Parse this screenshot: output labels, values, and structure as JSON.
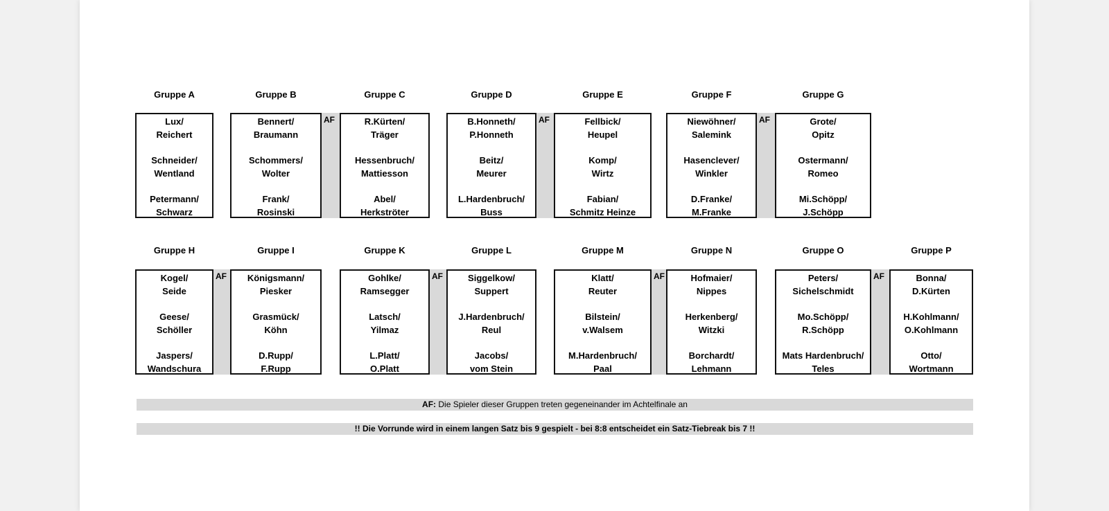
{
  "row1": [
    {
      "title": "Gruppe A",
      "pairs": [
        [
          "Lux/",
          "Reichert"
        ],
        [
          "Schneider/",
          "Wentland"
        ],
        [
          "Petermann/",
          "Schwarz"
        ]
      ]
    },
    {
      "title": "Gruppe B",
      "pairs": [
        [
          "Bennert/",
          "Braumann"
        ],
        [
          "Schommers/",
          "Wolter"
        ],
        [
          "Frank/",
          "Rosinski"
        ]
      ]
    },
    {
      "title": "Gruppe C",
      "pairs": [
        [
          "R.Kürten/",
          "Träger"
        ],
        [
          "Hessenbruch/",
          "Mattiesson"
        ],
        [
          "Abel/",
          "Herkströter"
        ]
      ]
    },
    {
      "title": "Gruppe D",
      "pairs": [
        [
          "B.Honneth/",
          "P.Honneth"
        ],
        [
          "Beitz/",
          "Meurer"
        ],
        [
          "L.Hardenbruch/",
          "Buss"
        ]
      ]
    },
    {
      "title": "Gruppe E",
      "pairs": [
        [
          "Fellbick/",
          "Heupel"
        ],
        [
          "Komp/",
          "Wirtz"
        ],
        [
          "Fabian/",
          "Schmitz Heinze"
        ]
      ]
    },
    {
      "title": "Gruppe F",
      "pairs": [
        [
          "Niewöhner/",
          "Salemink"
        ],
        [
          "Hasenclever/",
          "Winkler"
        ],
        [
          "D.Franke/",
          "M.Franke"
        ]
      ]
    },
    {
      "title": "Gruppe G",
      "pairs": [
        [
          "Grote/",
          "Opitz"
        ],
        [
          "Ostermann/",
          "Romeo"
        ],
        [
          "Mi.Schöpp/",
          "J.Schöpp"
        ]
      ]
    }
  ],
  "row2": [
    {
      "title": "Gruppe H",
      "pairs": [
        [
          "Kogel/",
          "Seide"
        ],
        [
          "Geese/",
          "Schöller"
        ],
        [
          "Jaspers/",
          "Wandschura"
        ]
      ]
    },
    {
      "title": "Gruppe I",
      "pairs": [
        [
          "Königsmann/",
          "Piesker"
        ],
        [
          "Grasmück/",
          "Köhn"
        ],
        [
          "D.Rupp/",
          "F.Rupp"
        ]
      ]
    },
    {
      "title": "Gruppe K",
      "pairs": [
        [
          "Gohlke/",
          "Ramsegger"
        ],
        [
          "Latsch/",
          "Yilmaz"
        ],
        [
          "L.Platt/",
          "O.Platt"
        ]
      ]
    },
    {
      "title": "Gruppe L",
      "pairs": [
        [
          "Siggelkow/",
          "Suppert"
        ],
        [
          "J.Hardenbruch/",
          "Reul"
        ],
        [
          "Jacobs/",
          "vom Stein"
        ]
      ]
    },
    {
      "title": "Gruppe M",
      "pairs": [
        [
          "Klatt/",
          "Reuter"
        ],
        [
          "Bilstein/",
          "v.Walsem"
        ],
        [
          "M.Hardenbruch/",
          "Paal"
        ]
      ]
    },
    {
      "title": "Gruppe N",
      "pairs": [
        [
          "Hofmaier/",
          "Nippes"
        ],
        [
          "Herkenberg/",
          "Witzki"
        ],
        [
          "Borchardt/",
          "Lehmann"
        ]
      ]
    },
    {
      "title": "Gruppe O",
      "pairs": [
        [
          "Peters/",
          "Sichelschmidt"
        ],
        [
          "Mo.Schöpp/",
          "R.Schöpp"
        ],
        [
          "Mats Hardenbruch/",
          "Teles"
        ]
      ]
    },
    {
      "title": "Gruppe P",
      "pairs": [
        [
          "Bonna/",
          "D.Kürten"
        ],
        [
          "H.Kohlmann/",
          "O.Kohlmann"
        ],
        [
          "Otto/",
          "Wortmann"
        ]
      ]
    }
  ],
  "af_label": "AF",
  "notes": {
    "af_prefix": "AF:",
    "af_text": " Die Spieler dieser Gruppen treten gegeneinander im Achtelfinale an",
    "rule": "!! Die Vorrunde wird in einem langen Satz bis 9 gespielt - bei 8:8 entscheidet ein Satz-Tiebreak bis 7 !!"
  }
}
